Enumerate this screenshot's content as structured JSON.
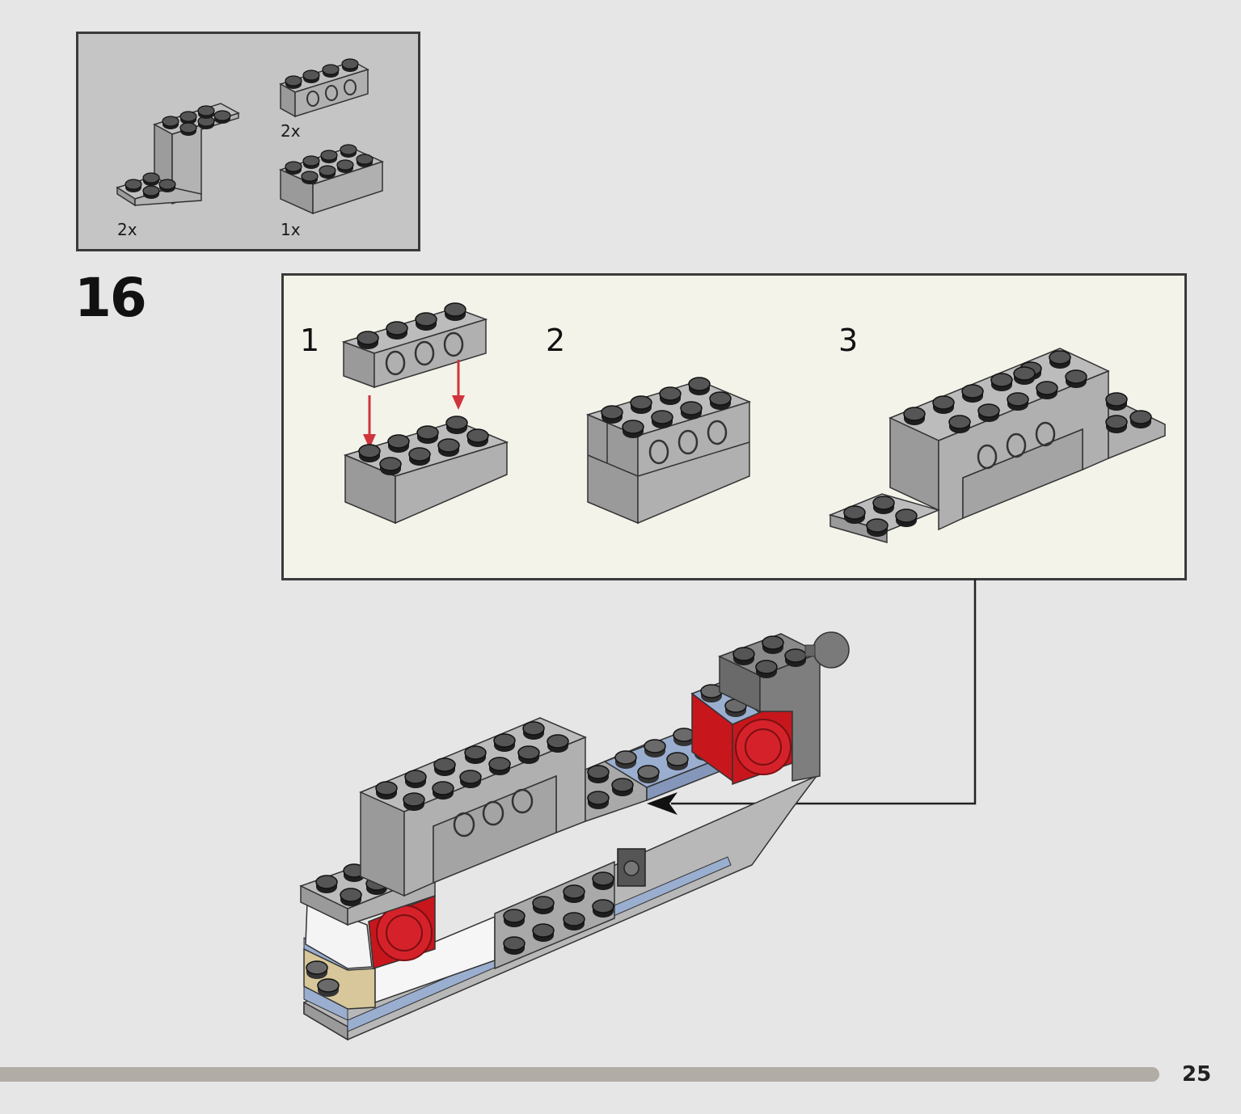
{
  "parts": {
    "items": [
      {
        "name": "brick-1x4-with-holes",
        "qty": "2x"
      },
      {
        "name": "bracket-plate",
        "qty": "2x"
      },
      {
        "name": "brick-2x4",
        "qty": "1x"
      }
    ]
  },
  "step": {
    "number": "16"
  },
  "substeps": [
    {
      "label": "1"
    },
    {
      "label": "2"
    },
    {
      "label": "3"
    }
  ],
  "colors": {
    "page_bg": "#e6e6e6",
    "callout_bg": "#f4f3ea",
    "parts_bg": "#c5c5c5",
    "brick_gray": "#a8a8a8",
    "stud_black": "#2a2a2a",
    "arrow_red": "#d0343c",
    "accent_blue": "#9aaed0",
    "accent_red": "#c8161d",
    "accent_tan": "#d7c79a"
  },
  "footer": {
    "page_number": "25"
  }
}
